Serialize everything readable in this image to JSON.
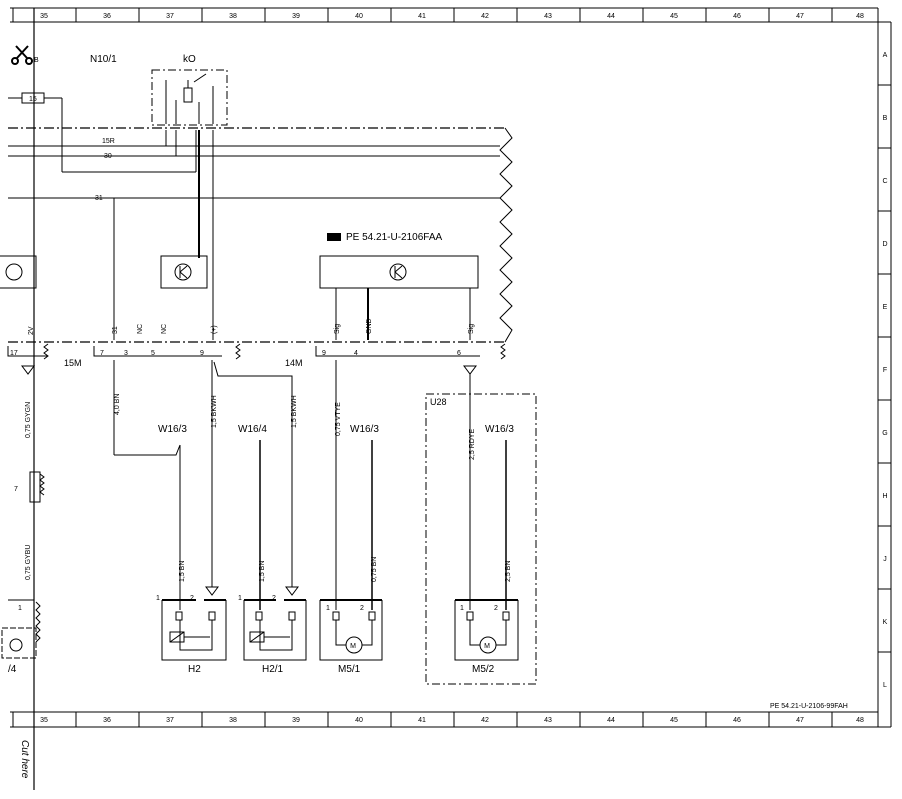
{
  "grid": {
    "columns": [
      "35",
      "36",
      "37",
      "38",
      "39",
      "40",
      "41",
      "42",
      "43",
      "44",
      "45",
      "46",
      "47",
      "48"
    ],
    "rows": [
      "A",
      "B",
      "C",
      "D",
      "E",
      "F",
      "G",
      "H",
      "J",
      "K",
      "L"
    ]
  },
  "components": {
    "n10_1": "N10/1",
    "k0": "kO",
    "scissors_suffix": "B",
    "fuse": "15",
    "u28": "U28",
    "h2": "H2",
    "h2_1": "H2/1",
    "m5_1": "M5/1",
    "m5_2": "M5/2",
    "part_partial": "/4"
  },
  "bus": {
    "wire_15r": "15R",
    "wire_30": "30",
    "wire_31": "31",
    "conn_15m": "15M",
    "conn_14m": "14M"
  },
  "reference": {
    "pe_top": "PE 54.21-U-2106FAA",
    "pe_bottom": "PE 54.21-U-2106-99FAH"
  },
  "pins_upper": {
    "p17": "17",
    "p7": "7",
    "p3": "3",
    "p5": "5",
    "p9a": "9",
    "p9b": "9",
    "p4": "4",
    "p6": "6"
  },
  "pin_functions": {
    "v": "2V",
    "f31": "31",
    "nc1": "NC",
    "nc2": "NC",
    "plus": "(+)",
    "sig1": "Sig",
    "gnd": "GND",
    "sig2": "Sig"
  },
  "wires": {
    "w_40bn": "4,0 BN",
    "w_15bkwh_a": "1,5 BKWH",
    "w_15bkwh_b": "1,5 BKWH",
    "w_075vtye": "0,75 VTYE",
    "w_25rdye": "2,5 RDYE",
    "w_075gygn": "0,75 GYGN",
    "w_075gybu": "0,75 GYBU",
    "w_15bn_a": "1,5 BN",
    "w_15bn_b": "1,5 BN",
    "w_075bn": "0,75 BN",
    "w_25bn": "2,5 BN"
  },
  "ground_points": {
    "g1": "W16/3",
    "g2": "W16/4",
    "g3": "W16/3",
    "g4": "W16/3"
  },
  "left_pins": {
    "k7": "7",
    "k1": "1"
  },
  "device_pins": {
    "h2_p1": "1",
    "h2_p2": "2",
    "h21_p1": "1",
    "h21_p2": "2",
    "m51_p1": "1",
    "m51_p2": "2",
    "m52_p1": "1",
    "m52_p2": "2",
    "motor": "M"
  },
  "footer_note": "Cut here"
}
